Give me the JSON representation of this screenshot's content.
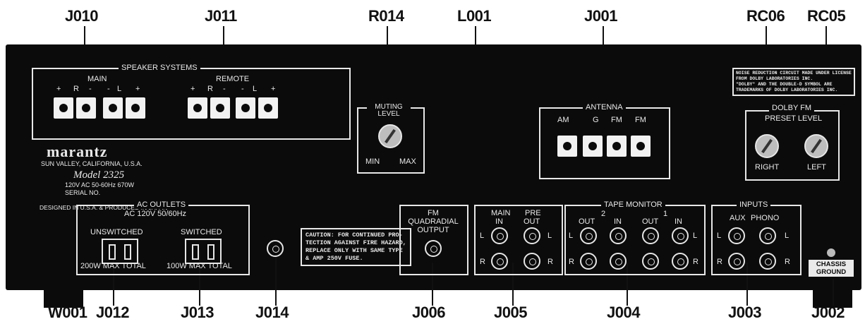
{
  "callouts": {
    "top": [
      "J010",
      "J011",
      "R014",
      "L001",
      "J001",
      "RC06",
      "RC05"
    ],
    "bottom": [
      "W001",
      "J012",
      "J013",
      "J014",
      "J006",
      "J005",
      "J004",
      "J003",
      "J002"
    ]
  },
  "speaker": {
    "title": "SPEAKER SYSTEMS",
    "main": "MAIN",
    "remote": "REMOTE",
    "polarity": [
      "+",
      "R",
      "-",
      "-",
      "L",
      "+"
    ]
  },
  "brand": {
    "logo": "marantz",
    "city": "SUN VALLEY, CALIFORNIA, U.S.A.",
    "model": "Model 2325",
    "power": "120V  AC  50-60Hz  670W",
    "serial": "SERIAL NO.",
    "designed": "DESIGNED IN U.S.A. & PRODUCED IN JAPAN"
  },
  "muting": {
    "title": "MUTING LEVEL",
    "min": "MIN",
    "max": "MAX"
  },
  "antenna": {
    "title": "ANTENNA",
    "labels": [
      "AM",
      "G",
      "FM",
      "FM"
    ]
  },
  "notice": "NOISE REDUCTION CIRCUIT MADE UNDER LICENSE\nFROM DOLBY LABORATORIES INC.\n\"DOLBY\" AND THE DOUBLE-D SYMBOL ARE\nTRADEMARKS OF DOLBY LABORATORIES INC.",
  "dolby": {
    "title": "DOLBY FM",
    "subtitle": "PRESET LEVEL",
    "right": "RIGHT",
    "left": "LEFT"
  },
  "ac": {
    "title": "AC OUTLETS",
    "rating": "AC 120V 50/60Hz",
    "unswitched": "UNSWITCHED",
    "switched": "SWITCHED",
    "unsw_total": "200W MAX TOTAL",
    "sw_total": "100W MAX TOTAL"
  },
  "caution": "CAUTION: FOR CONTINUED PRO-\nTECTION AGAINST FIRE HAZARD,\nREPLACE ONLY WITH SAME TYPE\n& AMP 250V FUSE.",
  "fm_quad": "FM\nQUADRADIAL\nOUTPUT",
  "mainpre": {
    "main": "MAIN",
    "in": "IN",
    "pre": "PRE",
    "out": "OUT",
    "l": "L",
    "r": "R"
  },
  "tape": {
    "title": "TAPE MONITOR",
    "two": "2",
    "one": "1",
    "out": "OUT",
    "in": "IN"
  },
  "inputs": {
    "title": "INPUTS",
    "aux": "AUX",
    "phono": "PHONO"
  },
  "chassis": "CHASSIS\nGROUND"
}
